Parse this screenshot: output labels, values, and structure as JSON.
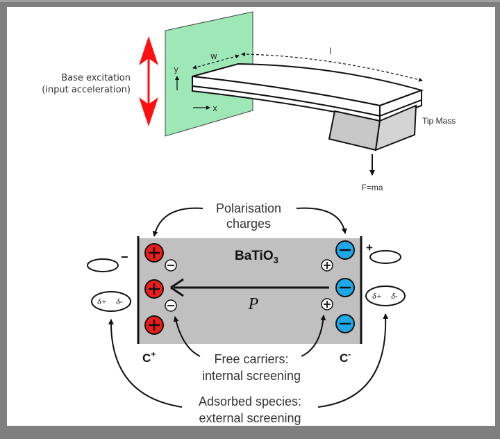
{
  "cantilever": {
    "base_label_line1": "Base excitation",
    "base_label_line2": "(input acceleration)",
    "axis_y": "y",
    "axis_x": "x",
    "width_label": "w",
    "length_label": "l",
    "tip_mass_label": "Tip Mass",
    "force_label": "F=ma",
    "colors": {
      "base_plate": "#9ee8b8",
      "excitation_arrow": "#ff1010",
      "tip_mass": "#c8c8c8"
    }
  },
  "ferroelectric": {
    "material_label": "BaTiO",
    "material_subscript": "3",
    "polarisation_symbol": "P",
    "polarisation_charges_line1": "Polarisation",
    "polarisation_charges_line2": "charges",
    "left_surface_label": "C",
    "left_surface_sup": "+",
    "right_surface_label": "C",
    "right_surface_sup": "-",
    "free_carriers_line1": "Free carriers:",
    "free_carriers_line2": "internal screening",
    "adsorbed_line1": "Adsorbed species:",
    "adsorbed_line2": "external screening",
    "left_ion_sign": "−",
    "right_ion_sign": "+",
    "dipole_plus": "δ+",
    "dipole_minus": "δ-",
    "bound_positive_sign": "+",
    "bound_negative_sign": "−",
    "colors": {
      "slab": "#c0c0c0",
      "positive_charge": "#ee1c1c",
      "negative_charge": "#1ea8e8"
    }
  }
}
